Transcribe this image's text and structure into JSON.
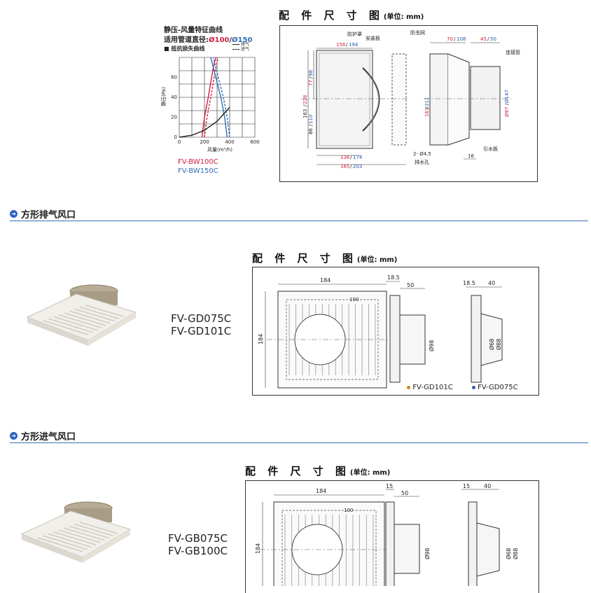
{
  "top": {
    "dim_title": "配 件 尺 寸 图",
    "dim_unit": "(单位: mm)",
    "chart": {
      "title1": "静压-风量特征曲线",
      "title2_prefix": "适用管道直径:",
      "d100": "Ø100",
      "sep": "/",
      "d150": "Ø150",
      "legend_box": "■",
      "legend_loss": "抵抗损失曲线",
      "legend_exhaust": "排气",
      "legend_intake": "进气",
      "ylabel": "静压(Pa)",
      "xlabel": "风量(m³/h)",
      "model_a": "FV-BW100C",
      "model_b": "FV-BW150C",
      "color_a": "#d02040",
      "color_b": "#2f6fb8"
    },
    "labels": {
      "guard": "防护罩",
      "mount": "安装板",
      "net": "防虫网",
      "pipe": "连接管",
      "drip": "引水板",
      "drain": "排水孔",
      "hole": "2- Ø4.5",
      "d156": "156",
      "d194": "194",
      "d70": "70",
      "d108": "108",
      "d45": "45",
      "d50": "50",
      "d77": "77",
      "d98": "98",
      "d163": "163",
      "d228": "228",
      "d86": "86",
      "d110": "110",
      "d211": "211",
      "d97": "Ø97",
      "d147": "Ø147",
      "d136": "136",
      "d174": "174",
      "d165": "165",
      "d203": "203",
      "d16": "16",
      "slash": "/"
    }
  },
  "chart_data": {
    "type": "line",
    "xlabel": "风量(m³/h)",
    "ylabel": "静压(Pa)",
    "xlim": [
      0,
      600
    ],
    "ylim": [
      0,
      80
    ],
    "x_ticks": [
      0,
      200,
      400,
      600
    ],
    "y_ticks": [
      0,
      20,
      40,
      60
    ],
    "grid": true,
    "series": [
      {
        "name": "FV-BW100C",
        "color": "#d02040",
        "style": "solid",
        "x": [
          180,
          200,
          230,
          250,
          270,
          290
        ],
        "y": [
          0,
          20,
          40,
          55,
          70,
          80
        ]
      },
      {
        "name": "FV-BW100C",
        "color": "#d02040",
        "style": "dashed",
        "x": [
          200,
          220,
          250,
          270,
          290,
          310
        ],
        "y": [
          0,
          20,
          40,
          55,
          70,
          80
        ]
      },
      {
        "name": "FV-BW150C",
        "color": "#2f6fb8",
        "style": "solid",
        "x": [
          380,
          360,
          330,
          300,
          270,
          250
        ],
        "y": [
          0,
          20,
          40,
          55,
          70,
          80
        ]
      },
      {
        "name": "FV-BW150C",
        "color": "#2f6fb8",
        "style": "dashed",
        "x": [
          400,
          380,
          350,
          320,
          290,
          270
        ],
        "y": [
          0,
          20,
          40,
          55,
          70,
          80
        ]
      },
      {
        "name": "抵抗损失曲线",
        "color": "#222222",
        "style": "solid",
        "x": [
          0,
          100,
          200,
          300,
          400
        ],
        "y": [
          0,
          2,
          7,
          16,
          30
        ]
      }
    ]
  },
  "section1": {
    "title": "方形排气风口",
    "dim_title": "配 件 尺 寸 图",
    "dim_unit": "(单位: mm)",
    "model1": "FV-GD075C",
    "model2": "FV-GD101C",
    "d184w": "184",
    "d184h": "184",
    "d18_5a": "18.5",
    "d50": "50",
    "d18_5b": "18.5",
    "d40": "40",
    "d98": "Ø98",
    "d68": "Ø68",
    "d88": "Ø88",
    "lbl100": "100",
    "legend1": "FV-GD101C",
    "legend2": "FV-GD075C",
    "dot1": "#c98a1a",
    "dot2": "#3a5fa8"
  },
  "section2": {
    "title": "方形进气风口",
    "dim_title": "配 件 尺 寸 图",
    "dim_unit": "(单位: mm)",
    "model1": "FV-GB075C",
    "model2": "FV-GB100C",
    "d184w": "184",
    "d184h": "184",
    "d15a": "15",
    "d50": "50",
    "d15b": "15",
    "d40": "40",
    "d98": "Ø98",
    "d68": "Ø68",
    "d88": "Ø88",
    "lbl100": "100"
  }
}
